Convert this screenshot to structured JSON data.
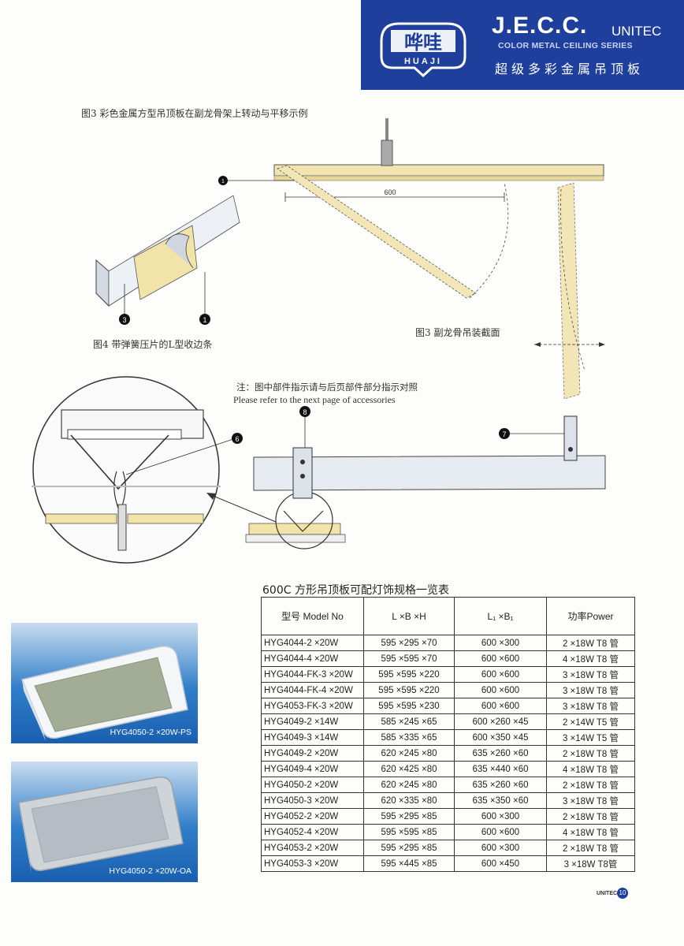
{
  "header": {
    "logo_text": "HUAJI",
    "brand_title": "J.E.C.C.",
    "brand_sub": "UNITEC",
    "series_en": "COLOR METAL CEILING SERIES",
    "series_cn": "超级多彩金属吊顶板",
    "banner_color": "#1f3f9c"
  },
  "figures": {
    "fig3_title": "图3 彩色金属方型吊顶板在副龙骨架上转动与平移示例",
    "fig3_caption": "图3 副龙骨吊装截面",
    "fig4_caption": "图4 带弹簧压片的L型收边条",
    "dimension_600": "600",
    "note_cn": "注：图中部件指示请与后页部件部分指示对照",
    "note_en": "Please refer to the next page of accessories",
    "callouts": [
      "1",
      "3",
      "1",
      "6",
      "8",
      "7"
    ]
  },
  "table": {
    "title": "600C 方形吊顶板可配灯饰规格一览表",
    "headers": [
      "型号 Model No",
      "L ×B ×H",
      "L₁ ×B₁",
      "功率Power"
    ],
    "rows": [
      [
        "HYG4044-2 ×20W",
        "595 ×295 ×70",
        "600 ×300",
        "2 ×18W T8 管"
      ],
      [
        "HYG4044-4 ×20W",
        "595 ×595 ×70",
        "600 ×600",
        "4 ×18W T8 管"
      ],
      [
        "HYG4044-FK-3 ×20W",
        "595 ×595 ×220",
        "600 ×600",
        "3 ×18W T8 管"
      ],
      [
        "HYG4044-FK-4 ×20W",
        "595 ×595 ×220",
        "600 ×600",
        "3 ×18W T8 管"
      ],
      [
        "HYG4053-FK-3 ×20W",
        "595 ×595 ×230",
        "600 ×600",
        "3 ×18W T8 管"
      ],
      [
        "HYG4049-2 ×14W",
        "585 ×245 ×65",
        "600 ×260 ×45",
        "2 ×14W T5 管"
      ],
      [
        "HYG4049-3 ×14W",
        "585 ×335 ×65",
        "600 ×350 ×45",
        "3 ×14W T5 管"
      ],
      [
        "HYG4049-2 ×20W",
        "620 ×245 ×80",
        "635 ×260 ×60",
        "2 ×18W T8 管"
      ],
      [
        "HYG4049-4 ×20W",
        "620 ×425 ×80",
        "635 ×440 ×60",
        "4 ×18W T8 管"
      ],
      [
        "HYG4050-2 ×20W",
        "620 ×245 ×80",
        "635 ×260 ×60",
        "2 ×18W T8 管"
      ],
      [
        "HYG4050-3 ×20W",
        "620 ×335 ×80",
        "635 ×350 ×60",
        "3 ×18W T8 管"
      ],
      [
        "HYG4052-2 ×20W",
        "595 ×295 ×85",
        "600 ×300",
        "2 ×18W T8 管"
      ],
      [
        "HYG4052-4 ×20W",
        "595 ×595 ×85",
        "600 ×600",
        "4 ×18W T8 管"
      ],
      [
        "HYG4053-2 ×20W",
        "595 ×295 ×85",
        "600 ×300",
        "2 ×18W T8 管"
      ],
      [
        "HYG4053-3 ×20W",
        "595 ×445 ×85",
        "600 ×450",
        "3 ×18W T8管"
      ]
    ]
  },
  "photos": {
    "photo1_label": "HYG4050-2 ×20W-PS",
    "photo2_label": "HYG4050-2 ×20W-OA"
  },
  "footer": {
    "brand": "UNITEC",
    "page_number": "10"
  }
}
